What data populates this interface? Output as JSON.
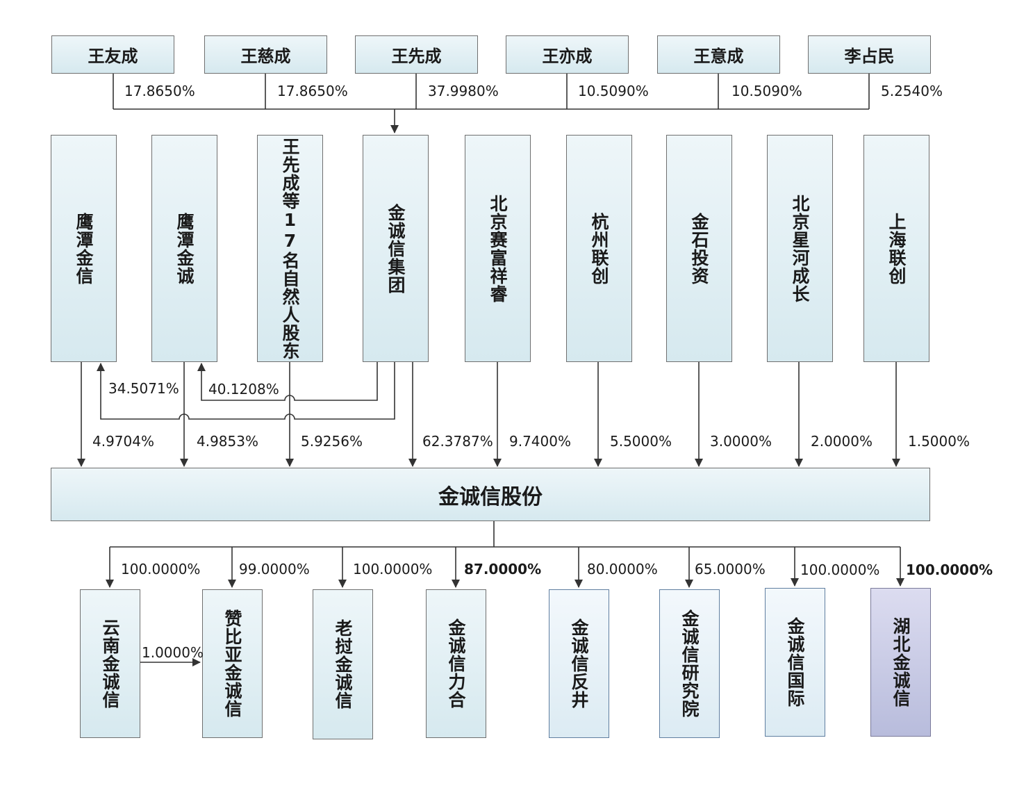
{
  "shareholders": [
    {
      "name": "王友成",
      "pct": "17.8650%"
    },
    {
      "name": "王慈成",
      "pct": "17.8650%"
    },
    {
      "name": "王先成",
      "pct": "37.9980%"
    },
    {
      "name": "王亦成",
      "pct": "10.5090%"
    },
    {
      "name": "王意成",
      "pct": "10.5090%"
    },
    {
      "name": "李占民",
      "pct": "5.2540%"
    }
  ],
  "investors": [
    {
      "name": "鹰潭金信",
      "pct": "4.9704%"
    },
    {
      "name": "鹰潭金诚",
      "pct": "4.9853%"
    },
    {
      "name": "王先成等17名自然人股东",
      "pct": "5.9256%"
    },
    {
      "name": "金诚信集团",
      "pct": "62.3787%"
    },
    {
      "name": "北京赛富祥睿",
      "pct": "9.7400%"
    },
    {
      "name": "杭州联创",
      "pct": "5.5000%"
    },
    {
      "name": "金石投资",
      "pct": "3.0000%"
    },
    {
      "name": "北京星河成长",
      "pct": "2.0000%"
    },
    {
      "name": "上海联创",
      "pct": "1.5000%"
    }
  ],
  "group_stakes": {
    "yingtan_jinxin": "34.5071%",
    "yingtan_jincheng": "40.1208%"
  },
  "company": {
    "name": "金诚信股份"
  },
  "subsidiaries": [
    {
      "name": "云南金诚信",
      "pct": "100.0000%"
    },
    {
      "name": "赞比亚金诚信",
      "pct": "99.0000%"
    },
    {
      "name": "老挝金诚信",
      "pct": "100.0000%"
    },
    {
      "name": "金诚信力合",
      "pct": "87.0000%"
    },
    {
      "name": "金诚信反井",
      "pct": "80.0000%"
    },
    {
      "name": "金诚信研究院",
      "pct": "65.0000%"
    },
    {
      "name": "金诚信国际",
      "pct": "100.0000%"
    },
    {
      "name": "湖北金诚信",
      "pct": "100.0000%"
    }
  ],
  "cross_holding": {
    "pct": "1.0000%"
  }
}
